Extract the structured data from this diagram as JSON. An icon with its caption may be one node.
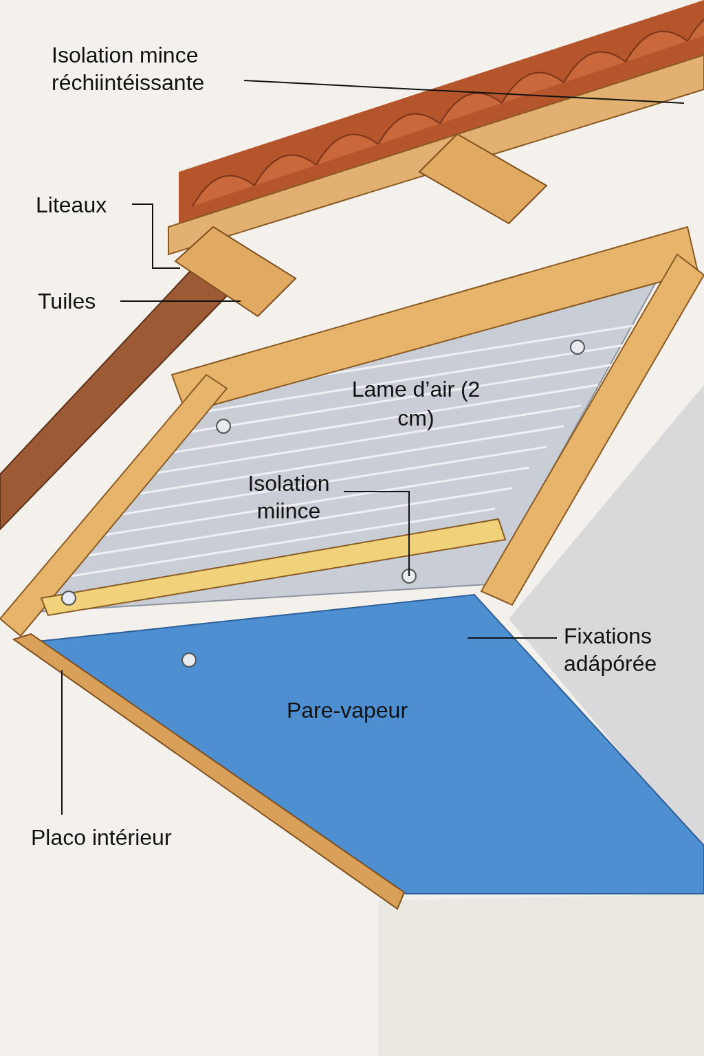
{
  "diagram": {
    "nodes": [
      {
        "text": [
          "Isolation mince réchiintéissante"
        ]
      },
      {
        "text": [
          "Liteaux"
        ]
      },
      {
        "text": [
          "Tuiles"
        ]
      },
      {
        "text": [
          "Isolation miince"
        ]
      },
      {
        "text": [
          "Fixations adápórée"
        ]
      },
      {
        "text": [
          "Placo intérieur"
        ]
      }
    ],
    "edges": [
      {
        "from": 0,
        "to": null,
        "arrow": "none"
      },
      {
        "from": 1,
        "to": null,
        "arrow": "none"
      },
      {
        "from": 2,
        "to": null,
        "arrow": "none"
      },
      {
        "from": 3,
        "to": null,
        "arrow": "none"
      },
      {
        "from": 4,
        "to": null,
        "arrow": "none"
      },
      {
        "from": 5,
        "to": null,
        "arrow": "none"
      }
    ],
    "labels": [
      "Lame d’air (2 cm)",
      "Pare-vapeur"
    ]
  }
}
